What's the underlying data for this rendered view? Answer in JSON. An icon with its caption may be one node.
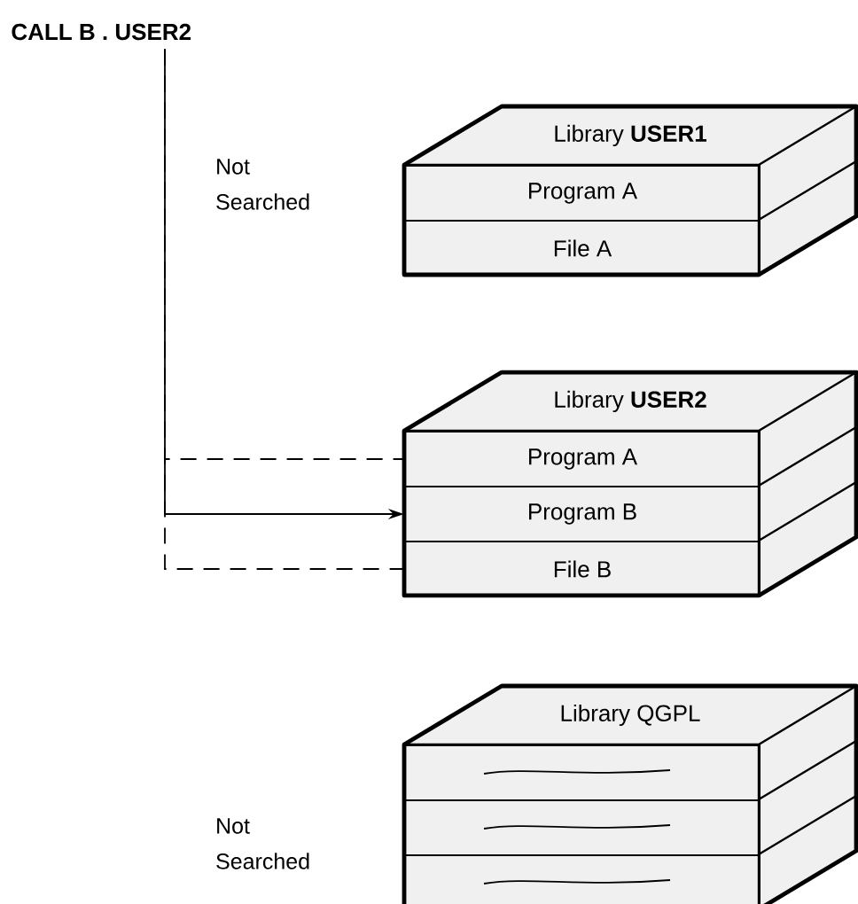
{
  "diagram": {
    "nodes": [
      {
        "text": [
          "CALL B . USER2"
        ]
      },
      {
        "text": [
          "Library **USER1**"
        ]
      },
      {
        "text": [
          "Program A"
        ],
        "in": 1
      },
      {
        "text": [
          "File A"
        ],
        "in": 1
      },
      {
        "text": [
          "Library **USER2**"
        ]
      },
      {
        "text": [
          "Program A"
        ],
        "in": 4
      },
      {
        "text": [
          "Program B"
        ],
        "in": 4
      },
      {
        "text": [
          "File B"
        ],
        "in": 4
      },
      {
        "text": [
          "Library QGPL"
        ]
      },
      {
        "text": [],
        "shape": "box",
        "in": 8
      },
      {
        "text": [],
        "shape": "box",
        "in": 8
      },
      {
        "text": [],
        "shape": "box",
        "in": 8
      }
    ],
    "edges": [
      {
        "from": 0,
        "to": 5,
        "arrow": "none",
        "style": "dashed"
      },
      {
        "from": 0,
        "to": 6,
        "arrow": "to"
      },
      {
        "from": 0,
        "to": 7,
        "arrow": "none",
        "style": "dashed"
      }
    ],
    "labels": [
      "Not Searched",
      "Not Searched"
    ]
  }
}
